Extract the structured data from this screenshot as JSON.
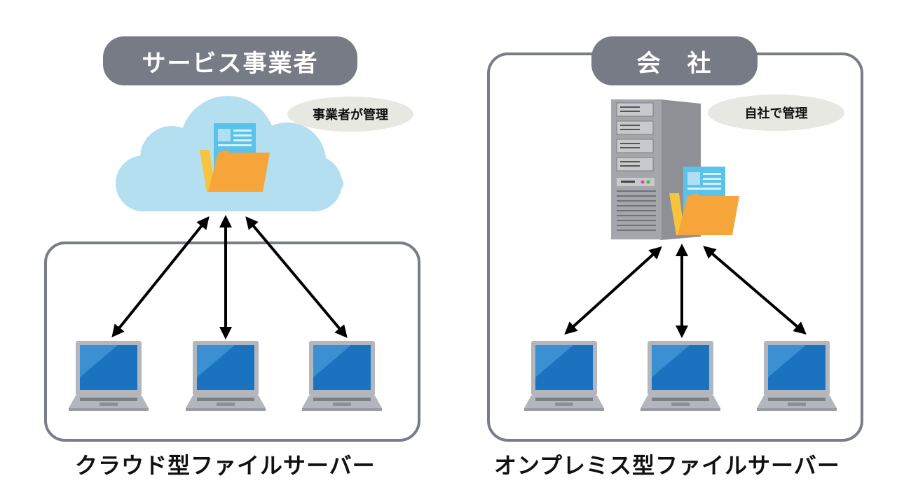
{
  "cloud_side": {
    "header": "サービス事業者",
    "bubble": "事業者が管理",
    "caption": "クラウド型ファイルサーバー",
    "clients": [
      "laptop",
      "laptop",
      "laptop"
    ]
  },
  "onprem_side": {
    "header": "会　社",
    "bubble": "自社で管理",
    "caption": "オンプレミス型ファイルサーバー",
    "clients": [
      "laptop",
      "laptop",
      "laptop"
    ]
  },
  "colors": {
    "frame": "#787d87",
    "header_pill": "#777b86",
    "bubble": "#e6e8e1",
    "cloud": "#b3dff0",
    "folder": "#f5a53a",
    "folder_back": "#f8c43e",
    "document": "#5ac3ea",
    "screen": "#1b73c0",
    "laptop_body": "#b4b6bd"
  }
}
